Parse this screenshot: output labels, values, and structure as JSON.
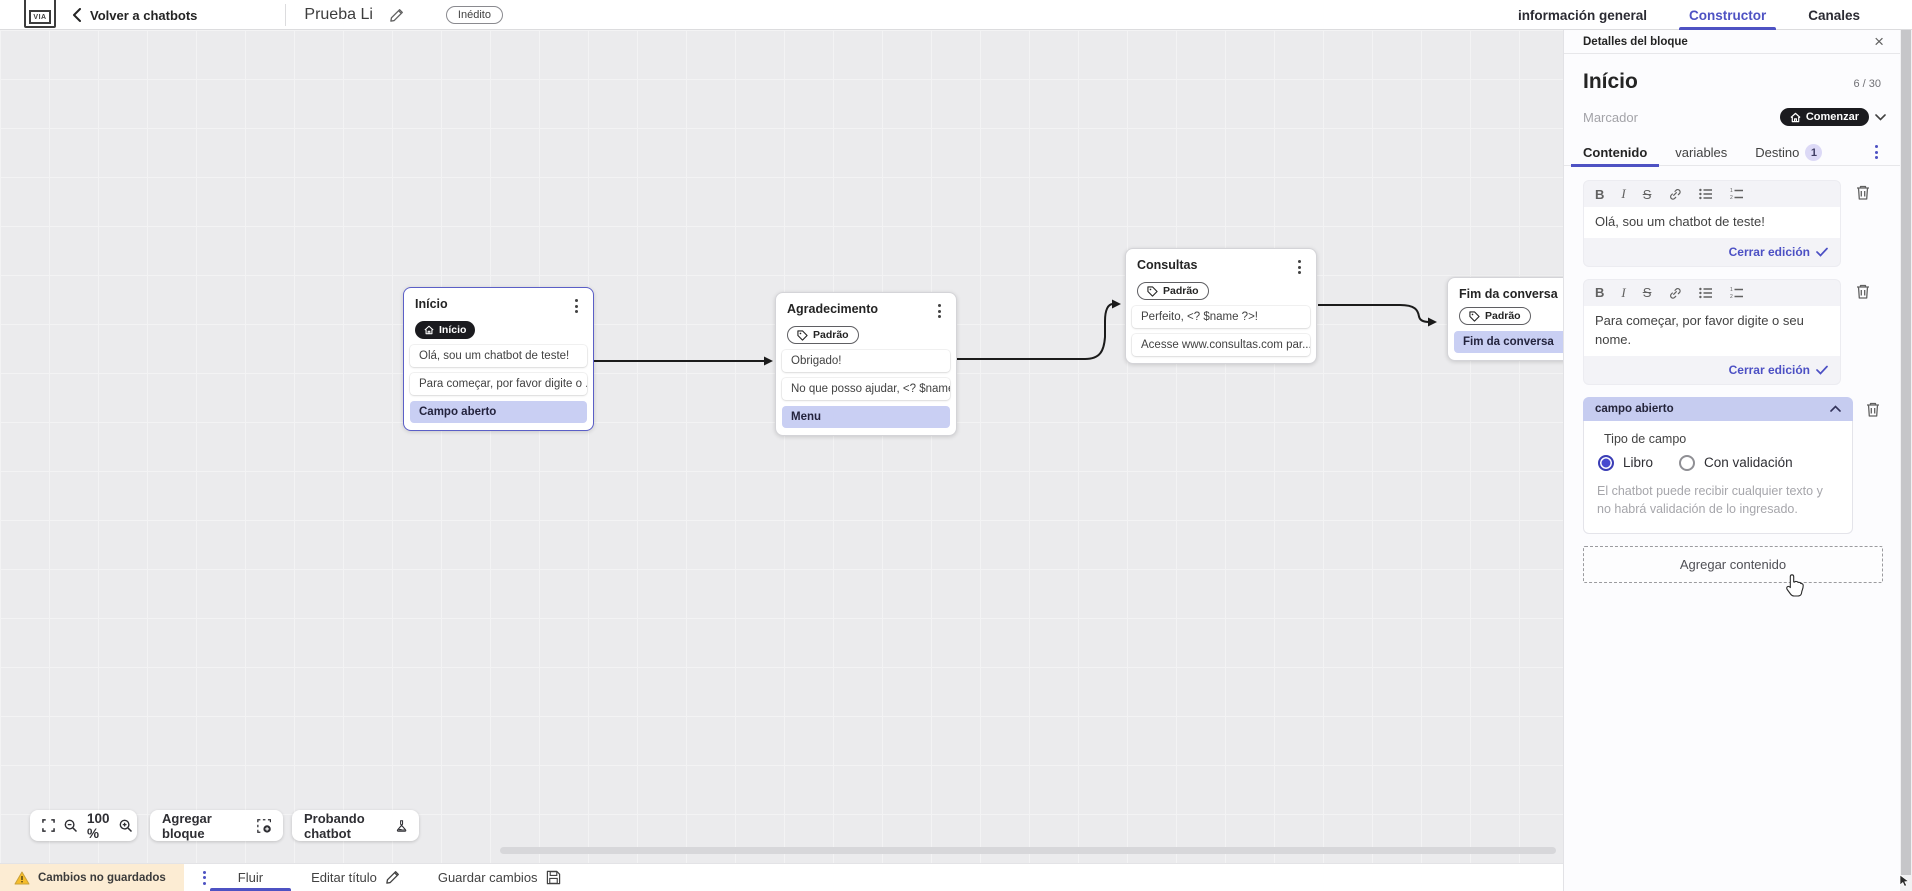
{
  "header": {
    "back_label": "Volver a chatbots",
    "title": "Prueba Li",
    "status_badge": "Inédito",
    "tabs": [
      {
        "label": "información general",
        "active": false
      },
      {
        "label": "Constructor",
        "active": true
      },
      {
        "label": "Canales",
        "active": false
      }
    ]
  },
  "canvas": {
    "zoom_level": "100 %",
    "add_block_label": "Agregar bloque",
    "test_chatbot_label": "Probando chatbot",
    "nodes": [
      {
        "title": "Início",
        "badge": "Início",
        "cards": [
          {
            "text": "Olá, sou um chatbot de teste!"
          },
          {
            "text": "Para começar, por favor digite o ..."
          },
          {
            "text": "Campo aberto"
          }
        ]
      },
      {
        "title": "Agradecimento",
        "badge": "Padrão",
        "cards": [
          {
            "text": "Obrigado!"
          },
          {
            "text": "No que posso ajudar, <? $name ..."
          },
          {
            "text": "Menu"
          }
        ]
      },
      {
        "title": "Consultas",
        "badge": "Padrão",
        "cards": [
          {
            "text": "Perfeito, <? $name ?>!"
          },
          {
            "text": "Acesse www.consultas.com par..."
          }
        ]
      },
      {
        "title": "Fim da conversa",
        "badge": "Padrão",
        "cards": [
          {
            "text": "Fim da conversa"
          }
        ]
      }
    ]
  },
  "panel": {
    "header": "Detalles del bloque",
    "block_title": "Início",
    "counter": "6 / 30",
    "marker_label": "Marcador",
    "marker_value": "Comenzar",
    "tabs": [
      {
        "label": "Contenido",
        "active": true
      },
      {
        "label": "variables",
        "active": false
      },
      {
        "label": "Destino",
        "active": false,
        "badge": "1"
      }
    ],
    "editors": [
      {
        "text": "Olá, sou um chatbot de teste!",
        "close_label": "Cerrar edición"
      },
      {
        "text": "Para começar, por favor digite o seu nome.",
        "close_label": "Cerrar edición"
      }
    ],
    "open_field": {
      "header": "campo abierto",
      "type_label": "Tipo de campo",
      "options": [
        {
          "label": "Libro",
          "selected": true
        },
        {
          "label": "Con validación",
          "selected": false
        }
      ],
      "help_text": "El chatbot puede recibir cualquier texto y no habrá validación de lo ingresado."
    },
    "add_content_label": "Agregar contenido"
  },
  "footer": {
    "warning": "Cambios no guardados",
    "flow_tab": "Fluir",
    "edit_title_label": "Editar título",
    "save_label": "Guardar cambios"
  },
  "colors": {
    "accent": "#4e52c3",
    "selected_node_border": "#5b5fc7",
    "lavender_highlight": "#c9cff3",
    "dark_pill": "#1b1b1f",
    "warning_bg": "#fcecd3",
    "canvas_bg": "#ebebed"
  }
}
